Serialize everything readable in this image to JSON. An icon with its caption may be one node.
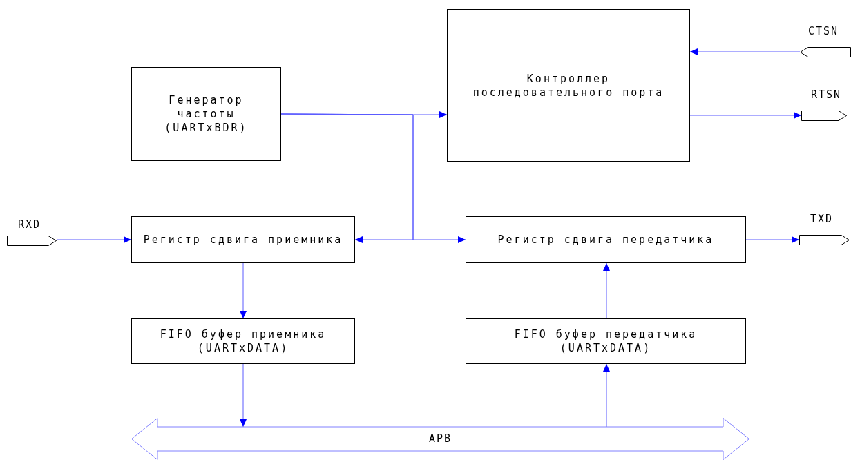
{
  "diagram": {
    "nodes": [
      {
        "text": [
          "Генератор частоты (UARTxBDR)"
        ]
      },
      {
        "text": [
          "Контроллер последовательного порта"
        ]
      },
      {
        "text": [
          "CTSN"
        ]
      },
      {
        "text": [
          "RTSN"
        ]
      },
      {
        "text": [
          "RXD"
        ]
      },
      {
        "text": [
          "Регистр сдвига приемника"
        ]
      },
      {
        "text": [
          "Регистр сдвига передатчика"
        ]
      },
      {
        "text": [
          "TXD"
        ]
      },
      {
        "text": [
          "FIFO буфер приемника (UARTxDATA)"
        ]
      },
      {
        "text": [
          "FIFO буфер передатчика (UARTxDATA)"
        ]
      },
      {
        "text": [
          "APB"
        ]
      }
    ],
    "edges": [
      {
        "from": 2,
        "to": 1,
        "arrow": "to"
      },
      {
        "from": 1,
        "to": 3,
        "arrow": "to"
      },
      {
        "from": 0,
        "to": 1,
        "arrow": "to"
      },
      {
        "from": 0,
        "to": 5,
        "arrow": "to"
      },
      {
        "from": 0,
        "to": 6,
        "arrow": "to"
      },
      {
        "from": 4,
        "to": 5,
        "arrow": "to"
      },
      {
        "from": 6,
        "to": 7,
        "arrow": "to"
      },
      {
        "from": 5,
        "to": 8,
        "arrow": "to"
      },
      {
        "from": 8,
        "to": 10,
        "arrow": "to"
      },
      {
        "from": 10,
        "to": 9,
        "arrow": "to"
      },
      {
        "from": 9,
        "to": 6,
        "arrow": "to"
      }
    ]
  }
}
